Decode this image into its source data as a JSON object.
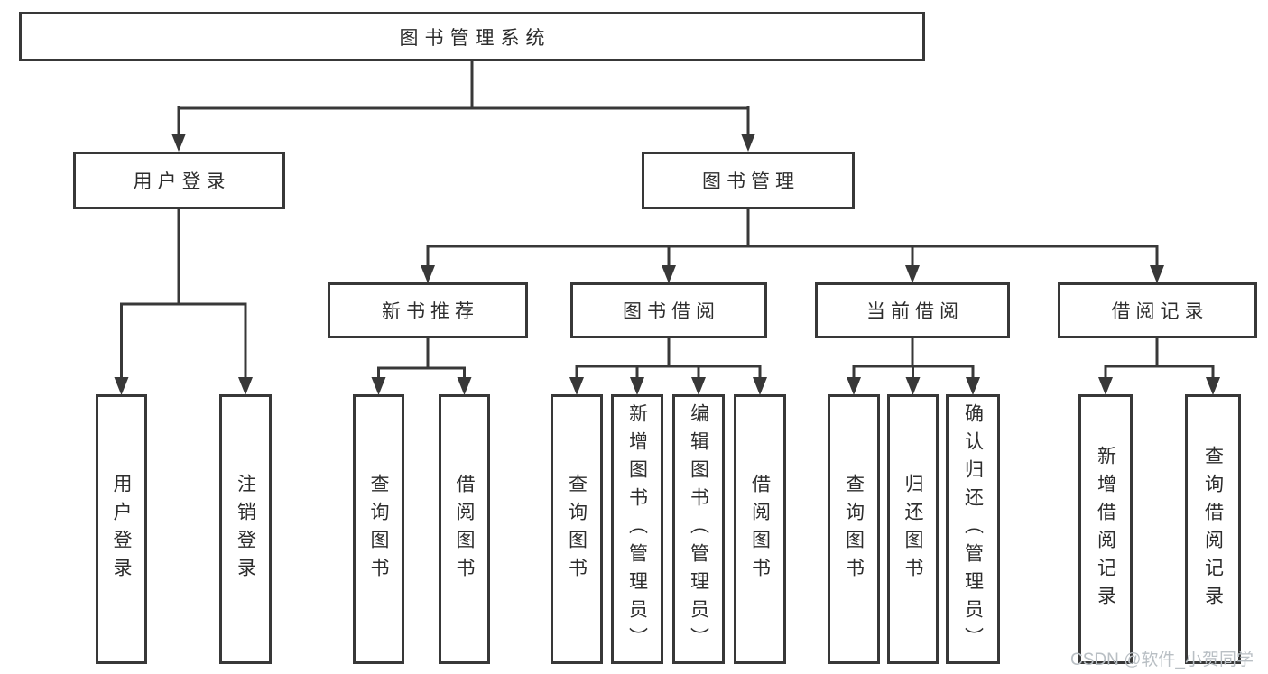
{
  "diagram": {
    "root": {
      "label": "图书管理系统"
    },
    "level2": [
      {
        "id": "user-login",
        "label": "用户登录"
      },
      {
        "id": "book-management",
        "label": "图书管理"
      }
    ],
    "level3": [
      {
        "id": "new-book-recommend",
        "label": "新书推荐"
      },
      {
        "id": "book-borrowing",
        "label": "图书借阅"
      },
      {
        "id": "current-borrowing",
        "label": "当前借阅"
      },
      {
        "id": "borrowing-records",
        "label": "借阅记录"
      }
    ],
    "leaves": [
      {
        "id": "user-login-action",
        "label": "用户登录"
      },
      {
        "id": "logout-login",
        "label": "注销登录"
      },
      {
        "id": "nbr-query-books",
        "label": "查询图书"
      },
      {
        "id": "nbr-borrow-books",
        "label": "借阅图书"
      },
      {
        "id": "bb-query-books",
        "label": "查询图书"
      },
      {
        "id": "bb-add-books-admin",
        "label": "新增图书（管理员）"
      },
      {
        "id": "bb-edit-books-admin",
        "label": "编辑图书（管理员）"
      },
      {
        "id": "bb-borrow-books",
        "label": "借阅图书"
      },
      {
        "id": "cb-query-books",
        "label": "查询图书"
      },
      {
        "id": "cb-return-books",
        "label": "归还图书"
      },
      {
        "id": "cb-confirm-return-admin",
        "label": "确认归还（管理员）"
      },
      {
        "id": "br-add-record",
        "label": "新增借阅记录"
      },
      {
        "id": "br-query-record",
        "label": "查询借阅记录"
      }
    ],
    "watermark": {
      "text": "CSDN @软件_小贺同学"
    }
  },
  "colors": {
    "line": "#383838",
    "border": "#383838",
    "text": "#2d2d2d",
    "watermark": "#b9bfc4",
    "background": "#ffffff"
  }
}
